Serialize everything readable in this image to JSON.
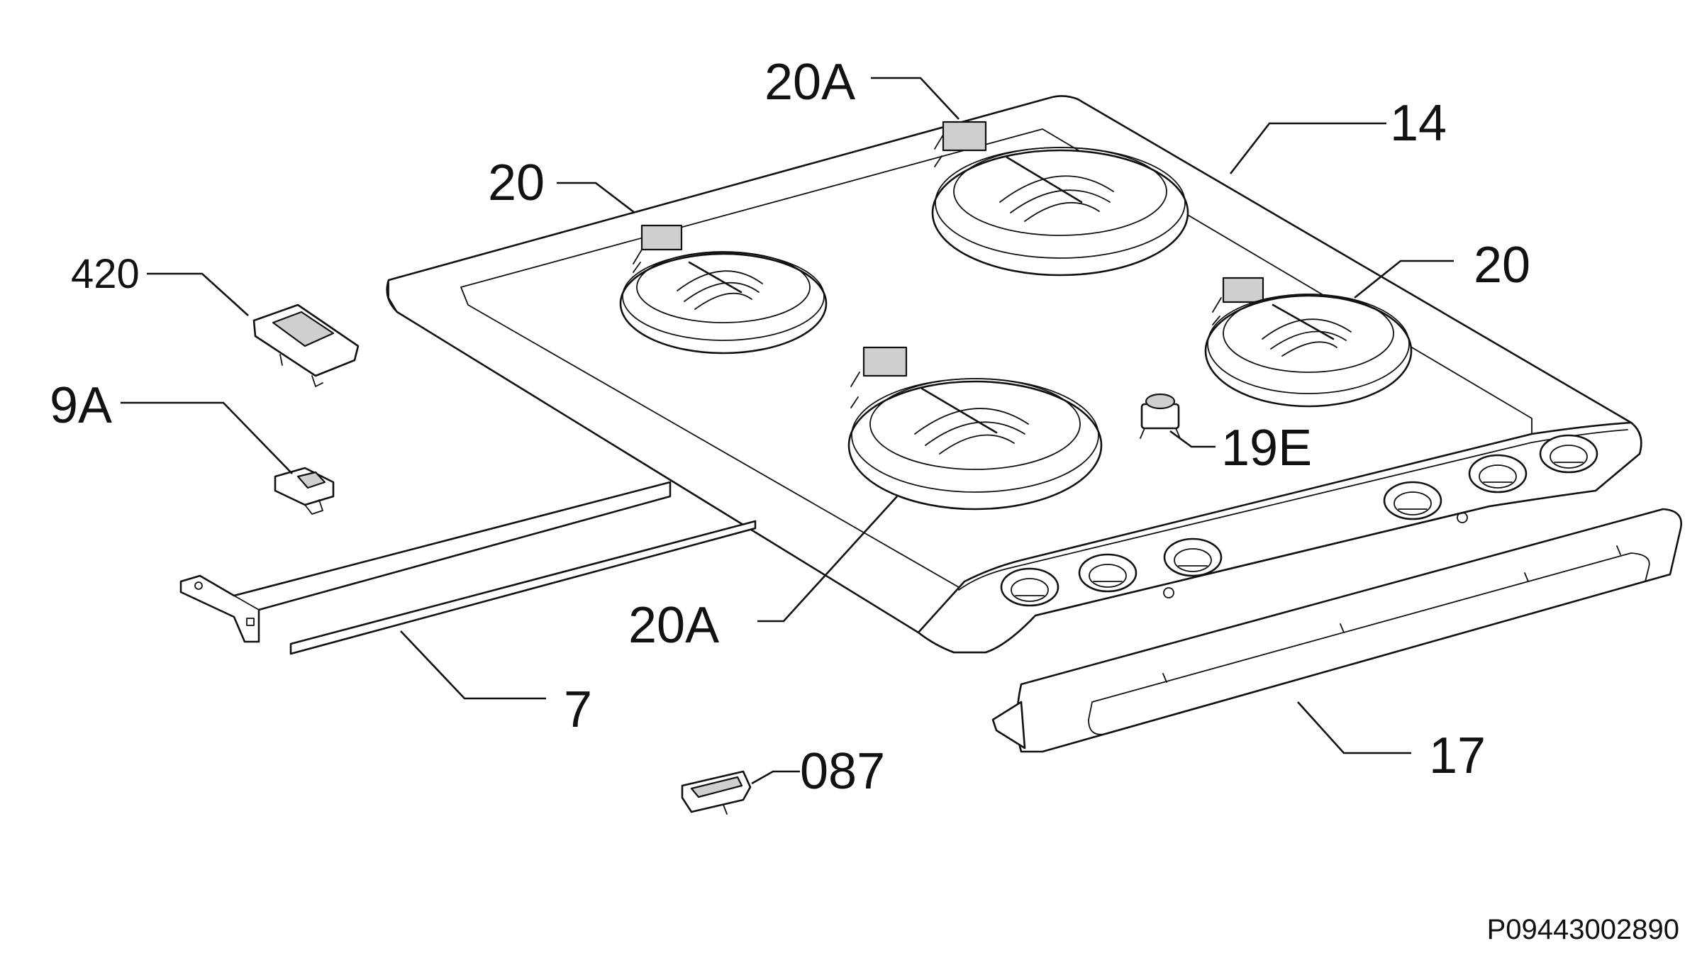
{
  "diagram": {
    "callouts": {
      "c_20a_top": "20A",
      "c_14": "14",
      "c_20_left": "20",
      "c_20_right": "20",
      "c_420": "420",
      "c_9a": "9A",
      "c_19e": "19E",
      "c_20a_bottom": "20A",
      "c_7": "7",
      "c_17": "17",
      "c_087": "087"
    },
    "drawing_code": "P09443002890"
  }
}
